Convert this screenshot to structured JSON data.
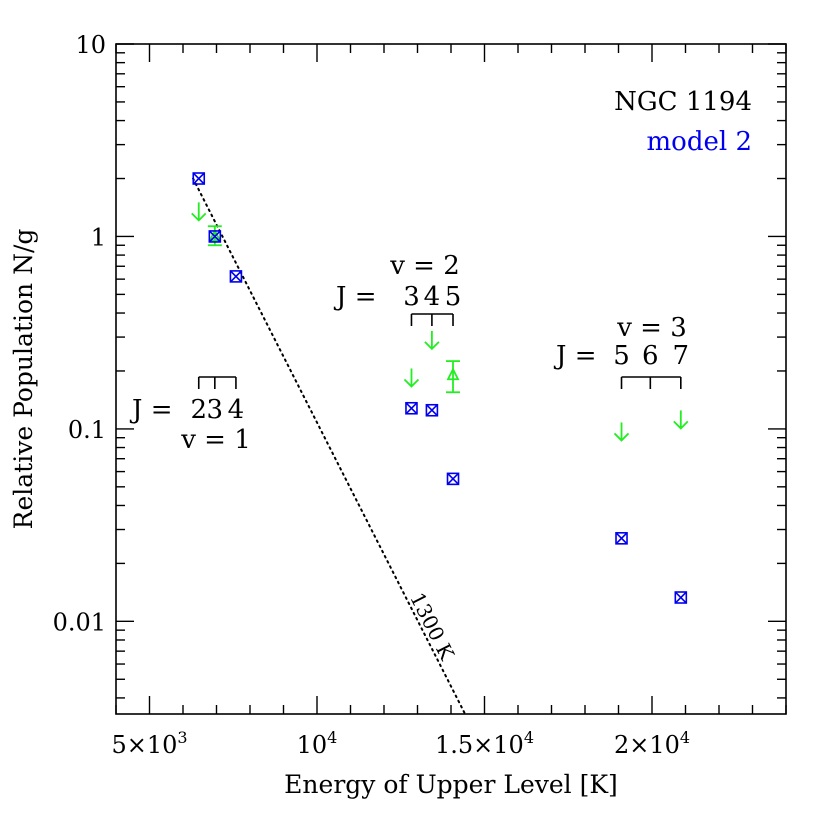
{
  "chart_data": {
    "type": "scatter",
    "xlabel": "Energy of Upper Level [K]",
    "ylabel": "Relative Population N/g",
    "xlim": [
      4000,
      24000
    ],
    "ylim": [
      0.0033,
      10
    ],
    "yscale": "log",
    "x_ticks": [
      {
        "value": 5000,
        "mant": "5×10",
        "exp": "3"
      },
      {
        "value": 10000,
        "mant": "10",
        "exp": "4"
      },
      {
        "value": 15000,
        "mant": "1.5×10",
        "exp": "4"
      },
      {
        "value": 20000,
        "mant": "2×10",
        "exp": "4"
      }
    ],
    "y_ticks": [
      {
        "value": 10,
        "label": "10"
      },
      {
        "value": 1,
        "label": "1"
      },
      {
        "value": 0.1,
        "label": "0.1"
      },
      {
        "value": 0.01,
        "label": "0.01"
      }
    ],
    "legend": [
      {
        "text": "NGC 1194",
        "color": "#000000"
      },
      {
        "text": "model 2",
        "color": "#0000ee"
      }
    ],
    "series": [
      {
        "name": "model 2",
        "color": "#0000ee",
        "marker": "boxed-x",
        "points": [
          {
            "x": 6470,
            "y": 2.0
          },
          {
            "x": 6950,
            "y": 1.0
          },
          {
            "x": 7580,
            "y": 0.62
          },
          {
            "x": 12820,
            "y": 0.128
          },
          {
            "x": 13430,
            "y": 0.125
          },
          {
            "x": 14060,
            "y": 0.055
          },
          {
            "x": 19090,
            "y": 0.027
          },
          {
            "x": 20860,
            "y": 0.0133
          }
        ]
      },
      {
        "name": "NGC 1194",
        "color": "#22ee22",
        "detections": [
          {
            "x": 6950,
            "y": 1.0,
            "ylow": 0.9,
            "yhigh": 1.13
          },
          {
            "x": 14060,
            "y": 0.19,
            "ylow": 0.155,
            "yhigh": 0.225
          }
        ],
        "upper_limits": [
          {
            "x": 6470,
            "y": 1.35
          },
          {
            "x": 12820,
            "y": 0.185
          },
          {
            "x": 13430,
            "y": 0.29
          },
          {
            "x": 19090,
            "y": 0.097
          },
          {
            "x": 20860,
            "y": 0.112
          }
        ]
      }
    ],
    "fit_line": {
      "label": "1300 K",
      "x": [
        6300,
        14420
      ],
      "y": [
        2.0,
        0.0033
      ]
    },
    "annotations": [
      {
        "id": "v1",
        "v_text": "v = 1",
        "j_prefix": "J =",
        "j_values": [
          "2",
          "3",
          "4"
        ],
        "x": [
          6470,
          6950,
          7580
        ]
      },
      {
        "id": "v2",
        "v_text": "v = 2",
        "j_prefix": "J =",
        "j_values": [
          "3",
          "4",
          "5"
        ],
        "x": [
          12820,
          13430,
          14060
        ]
      },
      {
        "id": "v3",
        "v_text": "v = 3",
        "j_prefix": "J =",
        "j_values": [
          "5",
          "6",
          "7"
        ],
        "x": [
          19090,
          19950,
          20860
        ]
      }
    ]
  }
}
